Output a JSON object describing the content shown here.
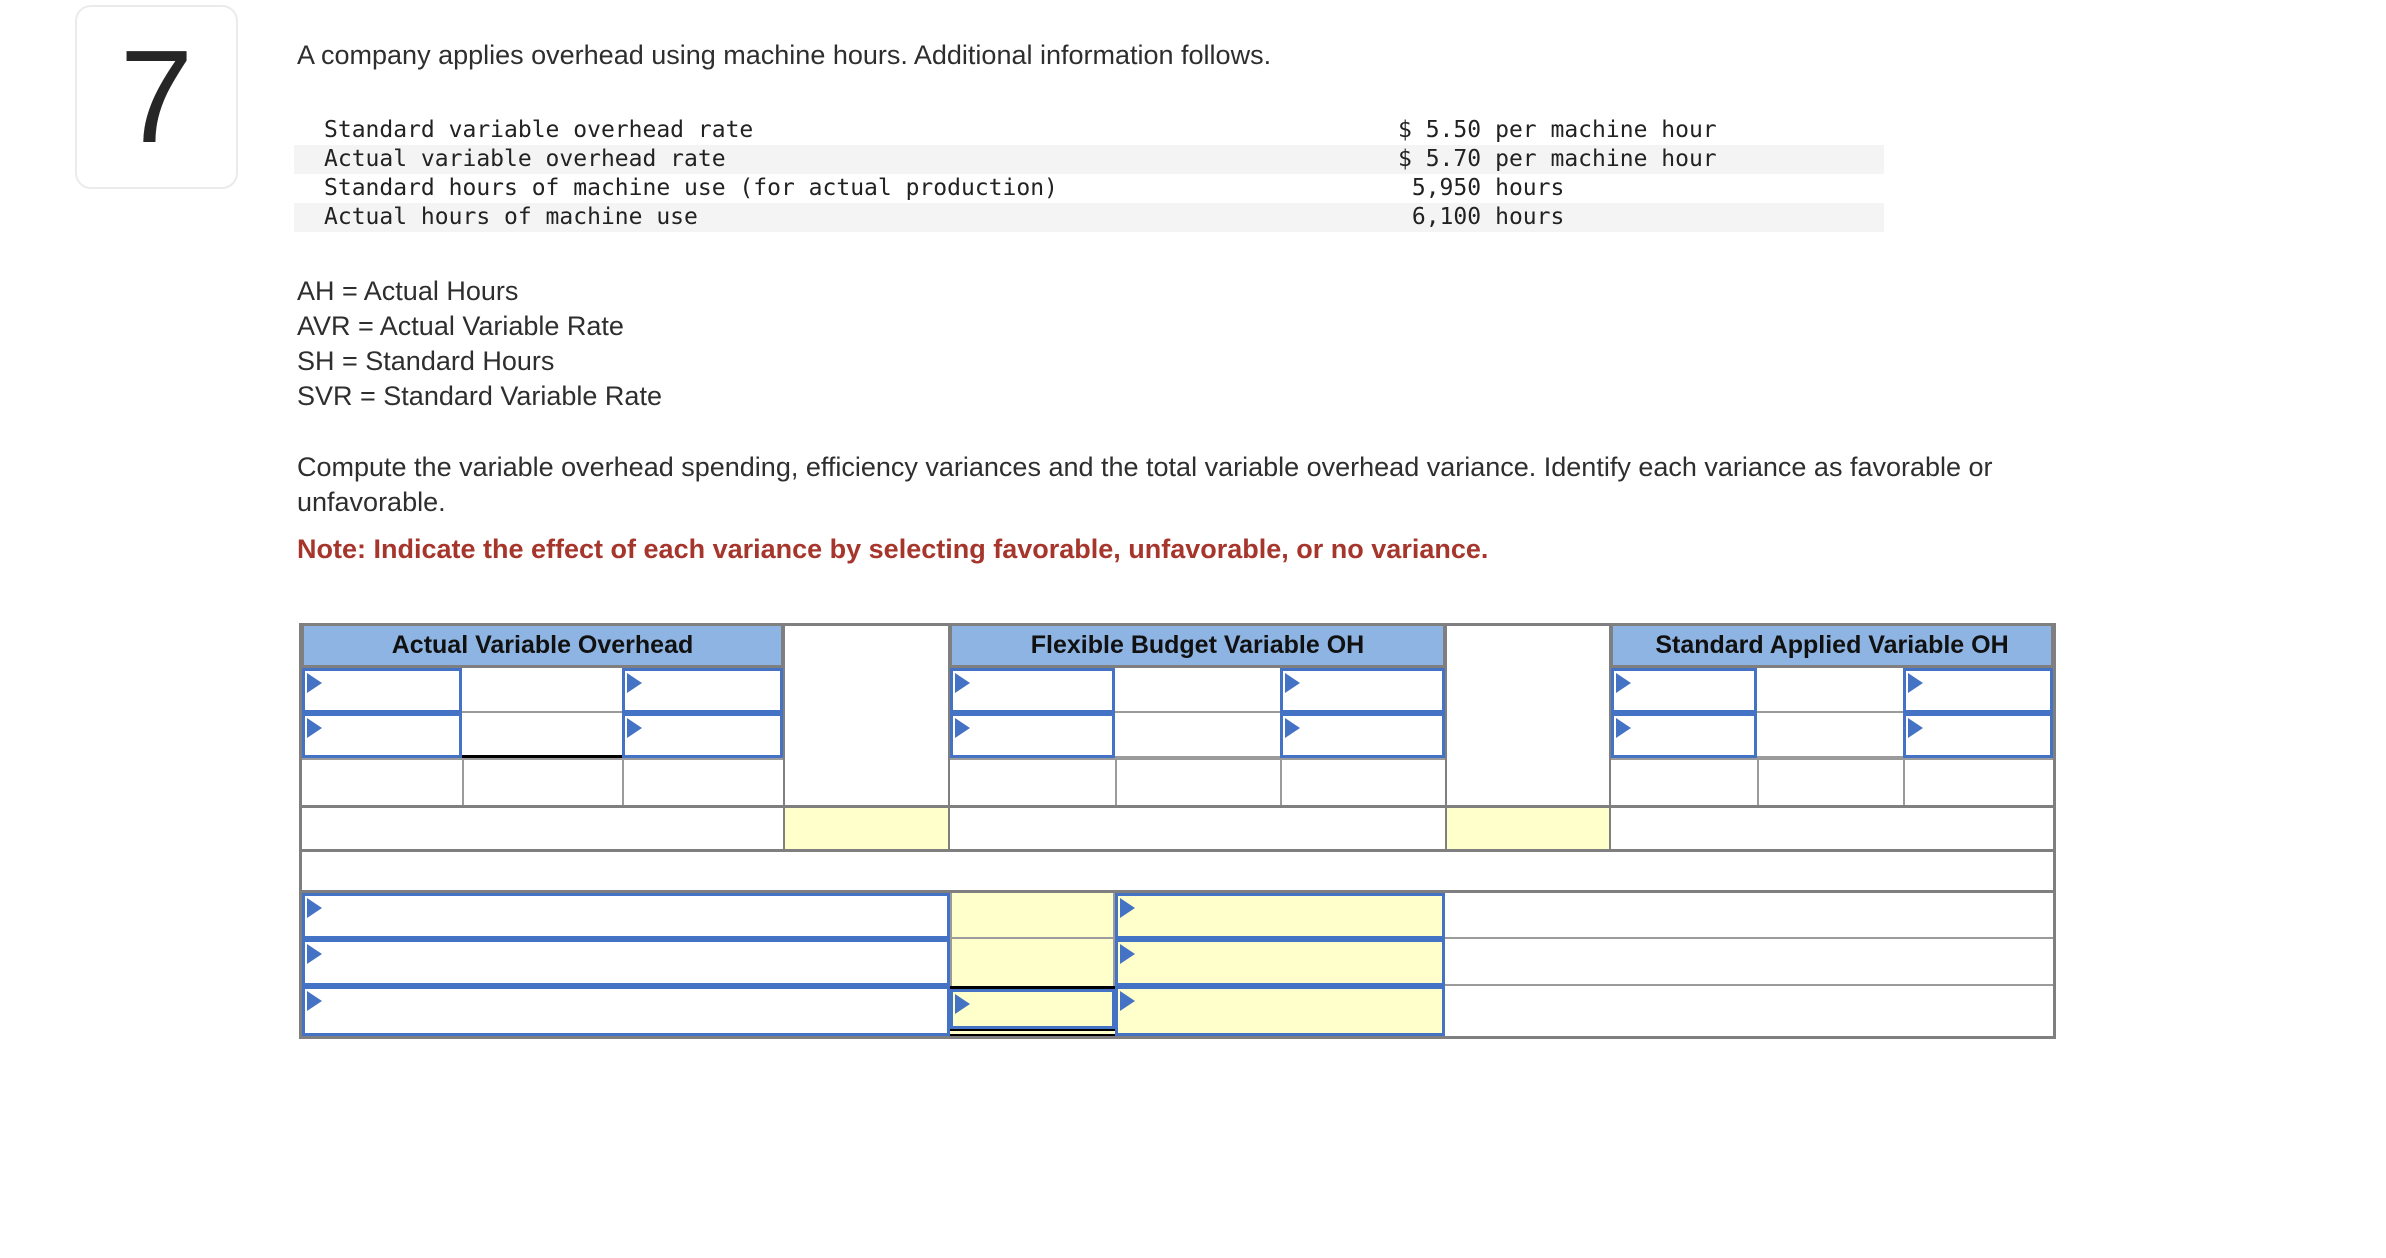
{
  "badge": {
    "number": "7"
  },
  "problem": {
    "intro": "A company applies overhead using machine hours. Additional information follows.",
    "info_rows": [
      {
        "label": "Standard variable overhead rate",
        "value": "$ 5.50",
        "unit": "per machine hour"
      },
      {
        "label": "Actual variable overhead rate",
        "value": "$ 5.70",
        "unit": "per machine hour"
      },
      {
        "label": "Standard hours of machine use (for actual production)",
        "value": " 5,950",
        "unit": "hours"
      },
      {
        "label": "Actual hours of machine use",
        "value": " 6,100",
        "unit": "hours"
      }
    ],
    "abbreviations": [
      "AH = Actual Hours",
      "AVR = Actual Variable Rate",
      "SH = Standard Hours",
      "SVR = Standard Variable Rate"
    ],
    "instructions": "Compute the variable overhead spending, efficiency variances and the total variable overhead variance. Identify each variance as favorable or unfavorable.",
    "note": "Note: Indicate the effect of each variance by selecting favorable, unfavorable, or no variance."
  },
  "worksheet": {
    "column_headers": [
      "Actual Variable Overhead",
      "Flexible Budget Variable OH",
      "Standard Applied Variable OH"
    ],
    "colors": {
      "header_bg": "#8DB4E2",
      "input_border": "#4472C4",
      "highlight_bg": "#FFFFCC",
      "grid_line": "#7F7F7F",
      "note_text": "#A6352C"
    }
  }
}
